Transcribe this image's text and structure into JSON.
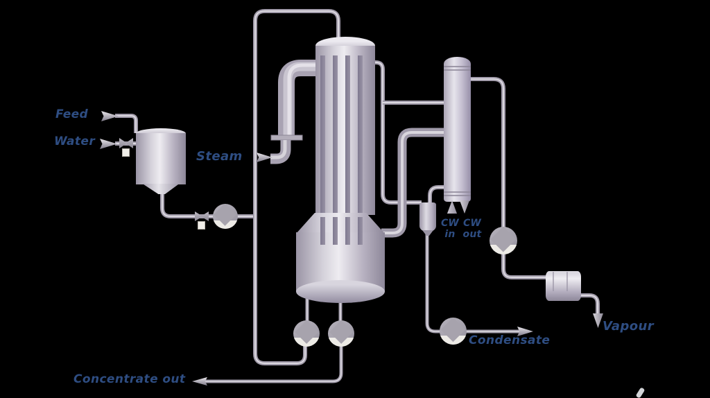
{
  "labels": {
    "feed": "Feed",
    "water": "Water",
    "steam": "Steam",
    "cw_in_line1": "CW",
    "cw_in_line2": "in",
    "cw_out_line1": "CW",
    "cw_out_line2": "out",
    "condensate": "Condensate",
    "vapour": "Vapour",
    "concentrate_out": "Concentrate out"
  },
  "colors": {
    "background": "#000000",
    "label_text": "#2e4d82",
    "pipe": "#a19baa",
    "pipe_highlight": "#dcd9e0",
    "metal_light": "#efedf3",
    "metal_dark": "#8a8497"
  }
}
